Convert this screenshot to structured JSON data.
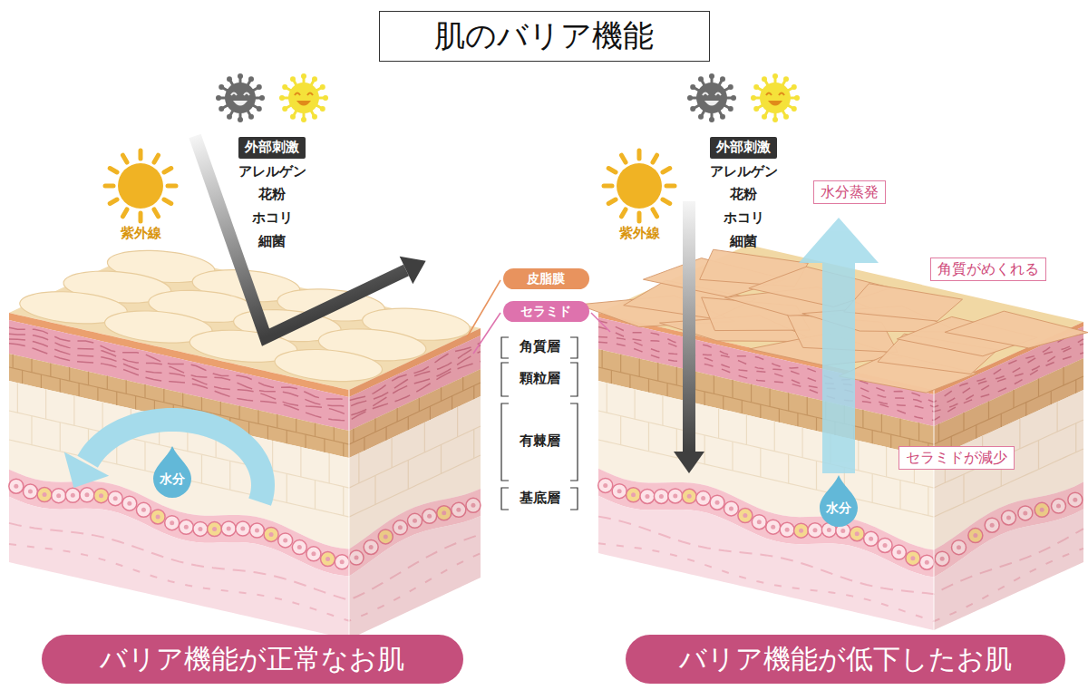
{
  "diagram": {
    "title": "肌のバリア機能",
    "nodes": [
      {
        "text": [
          "外部刺激"
        ]
      },
      {
        "text": [
          "外部刺激"
        ]
      },
      {
        "text": [
          "水分蒸発"
        ]
      },
      {
        "text": [
          "角質がめくれる"
        ]
      },
      {
        "text": [
          "皮脂膜"
        ]
      },
      {
        "text": [
          "セラミド"
        ]
      },
      {
        "text": [
          "水分"
        ]
      },
      {
        "text": [
          "セラミドが減少"
        ]
      },
      {
        "text": [
          "水分"
        ]
      },
      {
        "text": [
          "バリア機能が正常なお肌"
        ]
      },
      {
        "text": [
          "バリア機能が低下したお肌"
        ]
      }
    ],
    "labels": [
      "紫外線",
      "アレルゲン",
      "花粉",
      "ホコリ",
      "細菌",
      "紫外線",
      "アレルゲン",
      "花粉",
      "ホコリ",
      "細菌",
      "角質層",
      "顆粒層",
      "有棘層",
      "基底層"
    ]
  }
}
